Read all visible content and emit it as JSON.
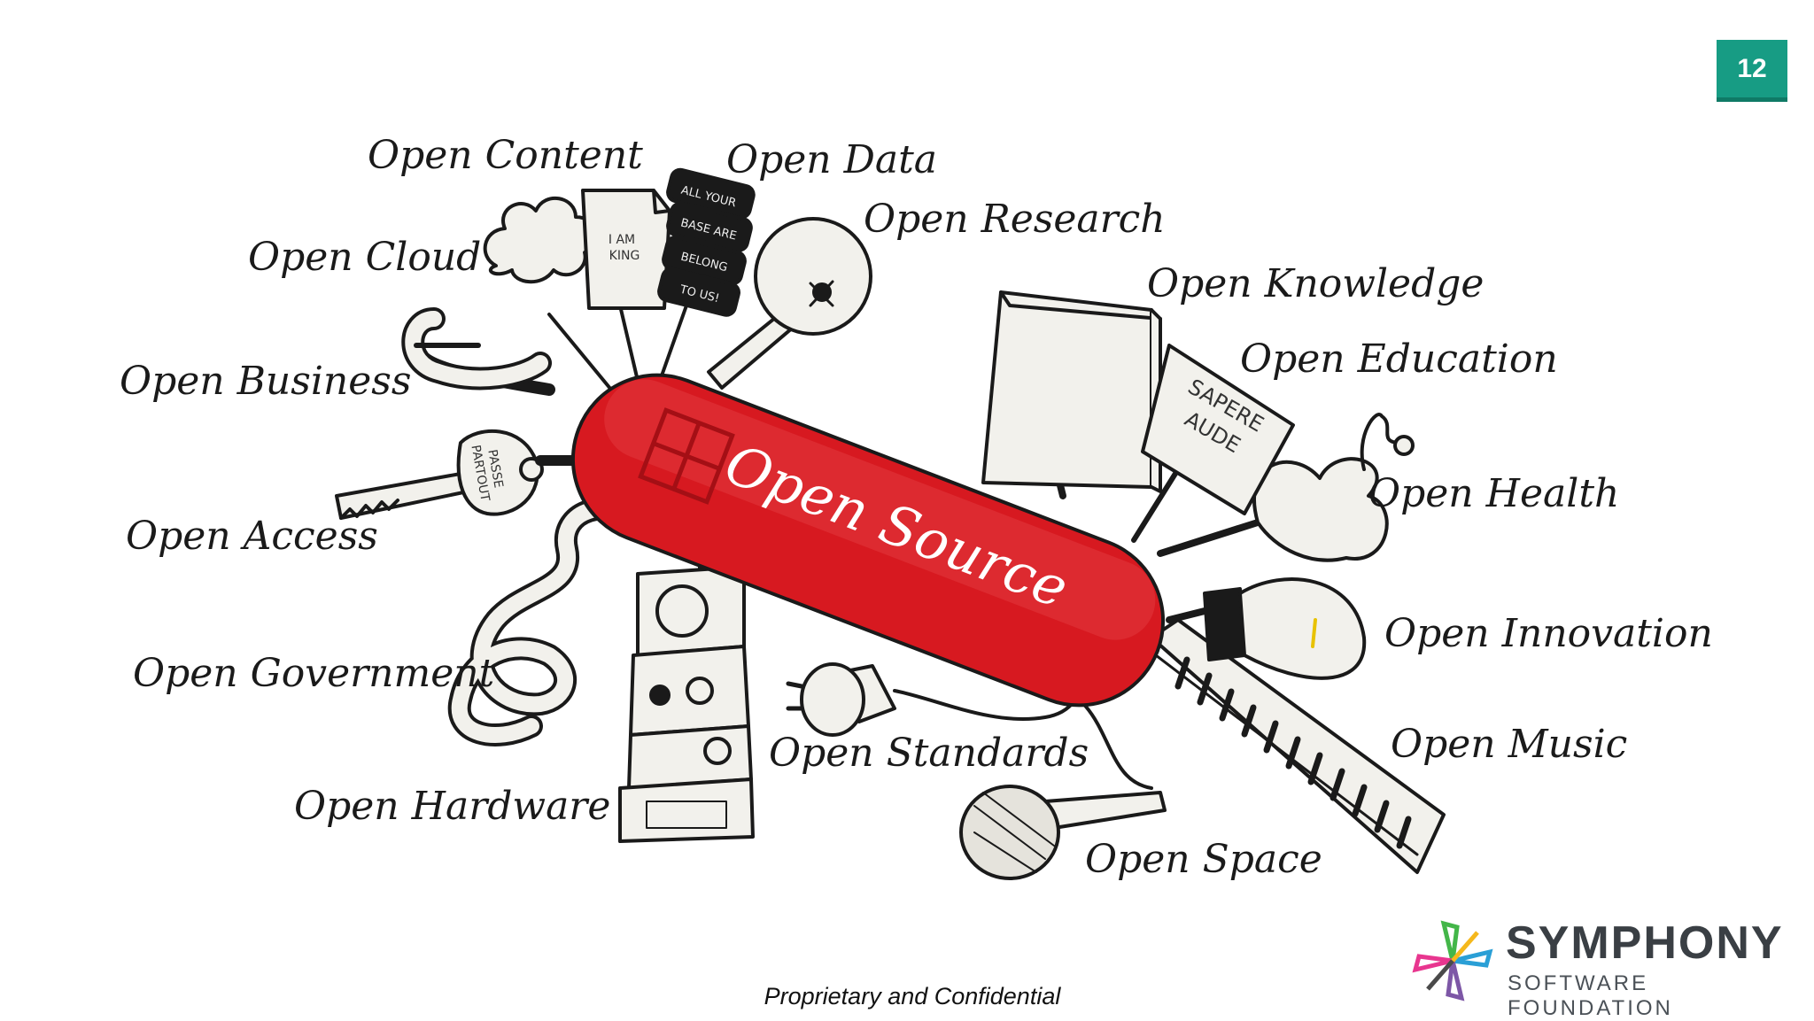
{
  "slide": {
    "page_number": "12",
    "footer": "Proprietary and Confidential"
  },
  "illustration": {
    "center_label": "Open Source",
    "labels": {
      "content": "Open Content",
      "data": "Open Data",
      "research": "Open Research",
      "cloud": "Open Cloud",
      "knowledge": "Open Knowledge",
      "education": "Open Education",
      "business": "Open Business",
      "health": "Open Health",
      "access": "Open Access",
      "innovation": "Open Innovation",
      "government": "Open Government",
      "music": "Open Music",
      "standards": "Open Standards",
      "hardware": "Open Hardware",
      "space": "Open Space"
    },
    "doc_text_line1": "I AM",
    "doc_text_line2": "KING",
    "drum_text": [
      "ALL YOUR",
      "BASE ARE",
      "BELONG",
      "TO US!"
    ],
    "sign_text_line1": "SAPERE",
    "sign_text_line2": "AUDE",
    "key_text_line1": "PASSE",
    "key_text_line2": "PARTOUT",
    "knife_color": "#d71920"
  },
  "logo": {
    "name": "SYMPHONY",
    "subtitle": "SOFTWARE FOUNDATION"
  }
}
